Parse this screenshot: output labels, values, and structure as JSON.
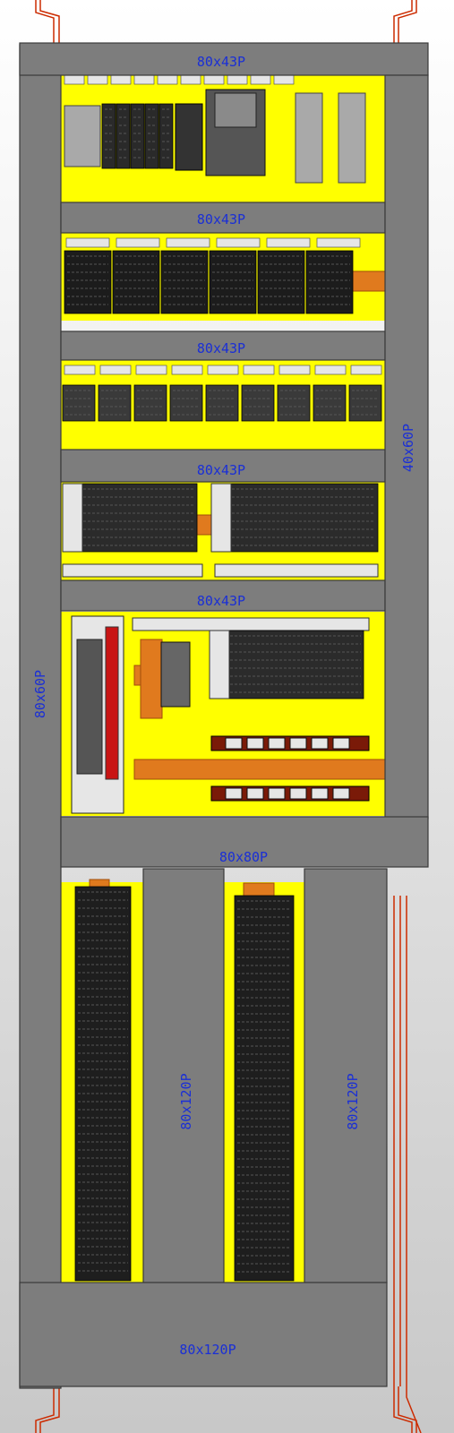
{
  "colors": {
    "mounting_plate": "#ffff00",
    "duct": "#7d7d7d",
    "duct_edge": "#3a3a3a",
    "label": "#1a2fd6",
    "din_rail": "#e07a1e",
    "frame": "#cc2b00",
    "device_black": "#1c1c1c",
    "device_grey": "#a9a9a9",
    "device_light": "#e6e6e6"
  },
  "ducts": {
    "top": "80x43P",
    "row2": "80x43P",
    "row3": "80x43P",
    "row4": "80x43P",
    "row5": "80x43P",
    "lower_horizontal": "80x80P",
    "left_vertical": "80x60P",
    "right_vertical": "40x60P",
    "lower_middle_vertical": "80x120P",
    "lower_right_vertical": "80x120P",
    "bottom": "80x120P"
  }
}
